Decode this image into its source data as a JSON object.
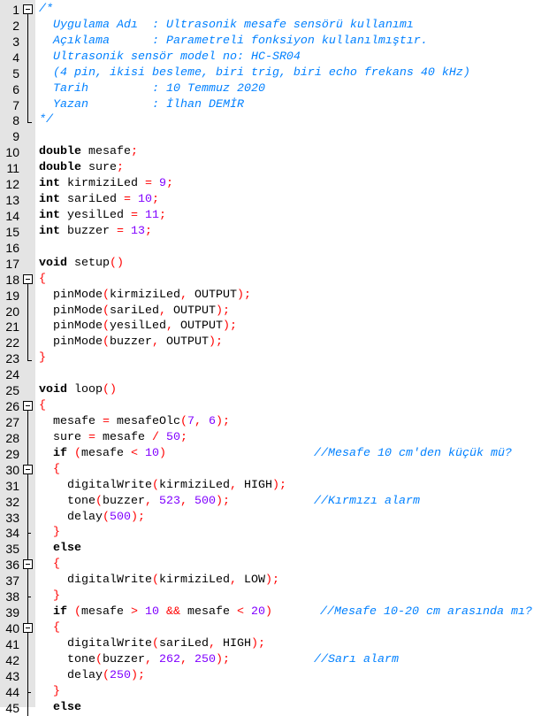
{
  "editor": {
    "lines": [
      {
        "n": "1",
        "fold": "open",
        "tokens": [
          [
            "c",
            "/*"
          ]
        ]
      },
      {
        "n": "2",
        "fold": "mid",
        "tokens": [
          [
            "c",
            "  Uygulama Adı  : Ultrasonik mesafe sensörü kullanımı"
          ]
        ]
      },
      {
        "n": "3",
        "fold": "mid",
        "tokens": [
          [
            "c",
            "  Açıklama      : Parametreli fonksiyon kullanılmıştır."
          ]
        ]
      },
      {
        "n": "4",
        "fold": "mid",
        "tokens": [
          [
            "c",
            "  Ultrasonik sensör model no: HC-SR04"
          ]
        ]
      },
      {
        "n": "5",
        "fold": "mid",
        "tokens": [
          [
            "c",
            "  (4 pin, ikisi besleme, biri trig, biri echo frekans 40 kHz)"
          ]
        ]
      },
      {
        "n": "6",
        "fold": "mid",
        "tokens": [
          [
            "c",
            "  Tarih         : 10 Temmuz 2020"
          ]
        ]
      },
      {
        "n": "7",
        "fold": "mid",
        "tokens": [
          [
            "c",
            "  Yazan         : İlhan DEMİR"
          ]
        ]
      },
      {
        "n": "8",
        "fold": "end",
        "tokens": [
          [
            "c",
            "*/"
          ]
        ]
      },
      {
        "n": "9",
        "fold": "",
        "tokens": []
      },
      {
        "n": "10",
        "fold": "",
        "tokens": [
          [
            "k",
            "double"
          ],
          [
            "t",
            " mesafe"
          ],
          [
            "o",
            ";"
          ]
        ]
      },
      {
        "n": "11",
        "fold": "",
        "tokens": [
          [
            "k",
            "double"
          ],
          [
            "t",
            " sure"
          ],
          [
            "o",
            ";"
          ]
        ]
      },
      {
        "n": "12",
        "fold": "",
        "tokens": [
          [
            "k",
            "int"
          ],
          [
            "t",
            " kirmiziLed "
          ],
          [
            "o",
            "="
          ],
          [
            "t",
            " "
          ],
          [
            "n",
            "9"
          ],
          [
            "o",
            ";"
          ]
        ]
      },
      {
        "n": "13",
        "fold": "",
        "tokens": [
          [
            "k",
            "int"
          ],
          [
            "t",
            " sariLed "
          ],
          [
            "o",
            "="
          ],
          [
            "t",
            " "
          ],
          [
            "n",
            "10"
          ],
          [
            "o",
            ";"
          ]
        ]
      },
      {
        "n": "14",
        "fold": "",
        "tokens": [
          [
            "k",
            "int"
          ],
          [
            "t",
            " yesilLed "
          ],
          [
            "o",
            "="
          ],
          [
            "t",
            " "
          ],
          [
            "n",
            "11"
          ],
          [
            "o",
            ";"
          ]
        ]
      },
      {
        "n": "15",
        "fold": "",
        "tokens": [
          [
            "k",
            "int"
          ],
          [
            "t",
            " buzzer "
          ],
          [
            "o",
            "="
          ],
          [
            "t",
            " "
          ],
          [
            "n",
            "13"
          ],
          [
            "o",
            ";"
          ]
        ]
      },
      {
        "n": "16",
        "fold": "",
        "tokens": []
      },
      {
        "n": "17",
        "fold": "",
        "tokens": [
          [
            "k",
            "void"
          ],
          [
            "t",
            " setup"
          ],
          [
            "o",
            "()"
          ]
        ]
      },
      {
        "n": "18",
        "fold": "open",
        "tokens": [
          [
            "o",
            "{"
          ]
        ]
      },
      {
        "n": "19",
        "fold": "mid",
        "tokens": [
          [
            "t",
            "  pinMode"
          ],
          [
            "o",
            "("
          ],
          [
            "t",
            "kirmiziLed"
          ],
          [
            "o",
            ","
          ],
          [
            "t",
            " OUTPUT"
          ],
          [
            "o",
            ");"
          ]
        ]
      },
      {
        "n": "20",
        "fold": "mid",
        "tokens": [
          [
            "t",
            "  pinMode"
          ],
          [
            "o",
            "("
          ],
          [
            "t",
            "sariLed"
          ],
          [
            "o",
            ","
          ],
          [
            "t",
            " OUTPUT"
          ],
          [
            "o",
            ");"
          ]
        ]
      },
      {
        "n": "21",
        "fold": "mid",
        "tokens": [
          [
            "t",
            "  pinMode"
          ],
          [
            "o",
            "("
          ],
          [
            "t",
            "yesilLed"
          ],
          [
            "o",
            ","
          ],
          [
            "t",
            " OUTPUT"
          ],
          [
            "o",
            ");"
          ]
        ]
      },
      {
        "n": "22",
        "fold": "mid",
        "tokens": [
          [
            "t",
            "  pinMode"
          ],
          [
            "o",
            "("
          ],
          [
            "t",
            "buzzer"
          ],
          [
            "o",
            ","
          ],
          [
            "t",
            " OUTPUT"
          ],
          [
            "o",
            ");"
          ]
        ]
      },
      {
        "n": "23",
        "fold": "end",
        "tokens": [
          [
            "o",
            "}"
          ]
        ]
      },
      {
        "n": "24",
        "fold": "",
        "tokens": []
      },
      {
        "n": "25",
        "fold": "",
        "tokens": [
          [
            "k",
            "void"
          ],
          [
            "t",
            " loop"
          ],
          [
            "o",
            "()"
          ]
        ]
      },
      {
        "n": "26",
        "fold": "open",
        "tokens": [
          [
            "o",
            "{"
          ]
        ]
      },
      {
        "n": "27",
        "fold": "mid",
        "tokens": [
          [
            "t",
            "  mesafe "
          ],
          [
            "o",
            "="
          ],
          [
            "t",
            " mesafeOlc"
          ],
          [
            "o",
            "("
          ],
          [
            "n",
            "7"
          ],
          [
            "o",
            ","
          ],
          [
            "t",
            " "
          ],
          [
            "n",
            "6"
          ],
          [
            "o",
            ");"
          ]
        ]
      },
      {
        "n": "28",
        "fold": "mid",
        "tokens": [
          [
            "t",
            "  sure "
          ],
          [
            "o",
            "="
          ],
          [
            "t",
            " mesafe "
          ],
          [
            "o",
            "/"
          ],
          [
            "t",
            " "
          ],
          [
            "n",
            "50"
          ],
          [
            "o",
            ";"
          ]
        ]
      },
      {
        "n": "29",
        "fold": "mid",
        "tokens": [
          [
            "k",
            "  if"
          ],
          [
            "t",
            " "
          ],
          [
            "o",
            "("
          ],
          [
            "t",
            "mesafe "
          ],
          [
            "o",
            "<"
          ],
          [
            "t",
            " "
          ],
          [
            "n",
            "10"
          ],
          [
            "o",
            ")"
          ],
          [
            "tc",
            "//Mesafe 10 cm'den küçük mü?"
          ]
        ]
      },
      {
        "n": "30",
        "fold": "open2",
        "tokens": [
          [
            "o",
            "  {"
          ]
        ]
      },
      {
        "n": "31",
        "fold": "mid",
        "tokens": [
          [
            "t",
            "    digitalWrite"
          ],
          [
            "o",
            "("
          ],
          [
            "t",
            "kirmiziLed"
          ],
          [
            "o",
            ","
          ],
          [
            "t",
            " HIGH"
          ],
          [
            "o",
            ");"
          ]
        ]
      },
      {
        "n": "32",
        "fold": "mid",
        "tokens": [
          [
            "t",
            "    tone"
          ],
          [
            "o",
            "("
          ],
          [
            "t",
            "buzzer"
          ],
          [
            "o",
            ","
          ],
          [
            "t",
            " "
          ],
          [
            "n",
            "523"
          ],
          [
            "o",
            ","
          ],
          [
            "t",
            " "
          ],
          [
            "n",
            "500"
          ],
          [
            "o",
            ");"
          ],
          [
            "tc",
            "//Kırmızı alarm"
          ]
        ]
      },
      {
        "n": "33",
        "fold": "mid",
        "tokens": [
          [
            "t",
            "    delay"
          ],
          [
            "o",
            "("
          ],
          [
            "n",
            "500"
          ],
          [
            "o",
            ");"
          ]
        ]
      },
      {
        "n": "34",
        "fold": "endmid",
        "tokens": [
          [
            "o",
            "  }"
          ]
        ]
      },
      {
        "n": "35",
        "fold": "mid",
        "tokens": [
          [
            "k",
            "  else"
          ]
        ]
      },
      {
        "n": "36",
        "fold": "open2",
        "tokens": [
          [
            "o",
            "  {"
          ]
        ]
      },
      {
        "n": "37",
        "fold": "mid",
        "tokens": [
          [
            "t",
            "    digitalWrite"
          ],
          [
            "o",
            "("
          ],
          [
            "t",
            "kirmiziLed"
          ],
          [
            "o",
            ","
          ],
          [
            "t",
            " LOW"
          ],
          [
            "o",
            ");"
          ]
        ]
      },
      {
        "n": "38",
        "fold": "endmid",
        "tokens": [
          [
            "o",
            "  }"
          ]
        ]
      },
      {
        "n": "39",
        "fold": "mid",
        "tokens": [
          [
            "k",
            "  if"
          ],
          [
            "t",
            " "
          ],
          [
            "o",
            "("
          ],
          [
            "t",
            "mesafe "
          ],
          [
            "o",
            ">"
          ],
          [
            "t",
            " "
          ],
          [
            "n",
            "10"
          ],
          [
            "t",
            " "
          ],
          [
            "o",
            "&&"
          ],
          [
            "t",
            " mesafe "
          ],
          [
            "o",
            "<"
          ],
          [
            "t",
            " "
          ],
          [
            "n",
            "20"
          ],
          [
            "o",
            ")"
          ],
          [
            "tc",
            "//Mesafe 10-20 cm arasında mı?"
          ]
        ]
      },
      {
        "n": "40",
        "fold": "open2",
        "tokens": [
          [
            "o",
            "  {"
          ]
        ]
      },
      {
        "n": "41",
        "fold": "mid",
        "tokens": [
          [
            "t",
            "    digitalWrite"
          ],
          [
            "o",
            "("
          ],
          [
            "t",
            "sariLed"
          ],
          [
            "o",
            ","
          ],
          [
            "t",
            " HIGH"
          ],
          [
            "o",
            ");"
          ]
        ]
      },
      {
        "n": "42",
        "fold": "mid",
        "tokens": [
          [
            "t",
            "    tone"
          ],
          [
            "o",
            "("
          ],
          [
            "t",
            "buzzer"
          ],
          [
            "o",
            ","
          ],
          [
            "t",
            " "
          ],
          [
            "n",
            "262"
          ],
          [
            "o",
            ","
          ],
          [
            "t",
            " "
          ],
          [
            "n",
            "250"
          ],
          [
            "o",
            ");"
          ],
          [
            "tc",
            "//Sarı alarm"
          ]
        ]
      },
      {
        "n": "43",
        "fold": "mid",
        "tokens": [
          [
            "t",
            "    delay"
          ],
          [
            "o",
            "("
          ],
          [
            "n",
            "250"
          ],
          [
            "o",
            ");"
          ]
        ]
      },
      {
        "n": "44",
        "fold": "endmid",
        "tokens": [
          [
            "o",
            "  }"
          ]
        ]
      },
      {
        "n": "45",
        "fold": "mid",
        "tokens": [
          [
            "k",
            "  else"
          ]
        ]
      }
    ]
  }
}
